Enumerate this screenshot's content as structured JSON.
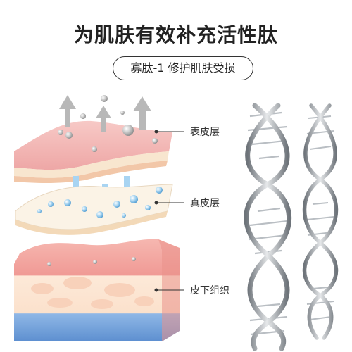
{
  "header": {
    "title": "为肌肤有效补充活性肽",
    "subtitle": "寡肽-1 修护肌肤受损"
  },
  "layers": [
    {
      "label": "表皮层"
    },
    {
      "label": "真皮层"
    },
    {
      "label": "皮下组织"
    }
  ],
  "colors": {
    "epidermis": "#f4b8b8",
    "dermis": "#fbf3e6",
    "dermis_dots": "#7fb8e0",
    "subcutis_top": "#f3a9a4",
    "subcutis_fat": "#fde9d8",
    "subcutis_blue": "#8fb7e6",
    "arrow_gray": "#b8b8b8",
    "arrow_blue": "#a8d4f2",
    "dna_metal": "#9aa0a6"
  },
  "icons": {
    "up_arrows": "up-arrow-icon",
    "down_arrows": "down-arrow-icon",
    "dna": "dna-helix-icon"
  }
}
